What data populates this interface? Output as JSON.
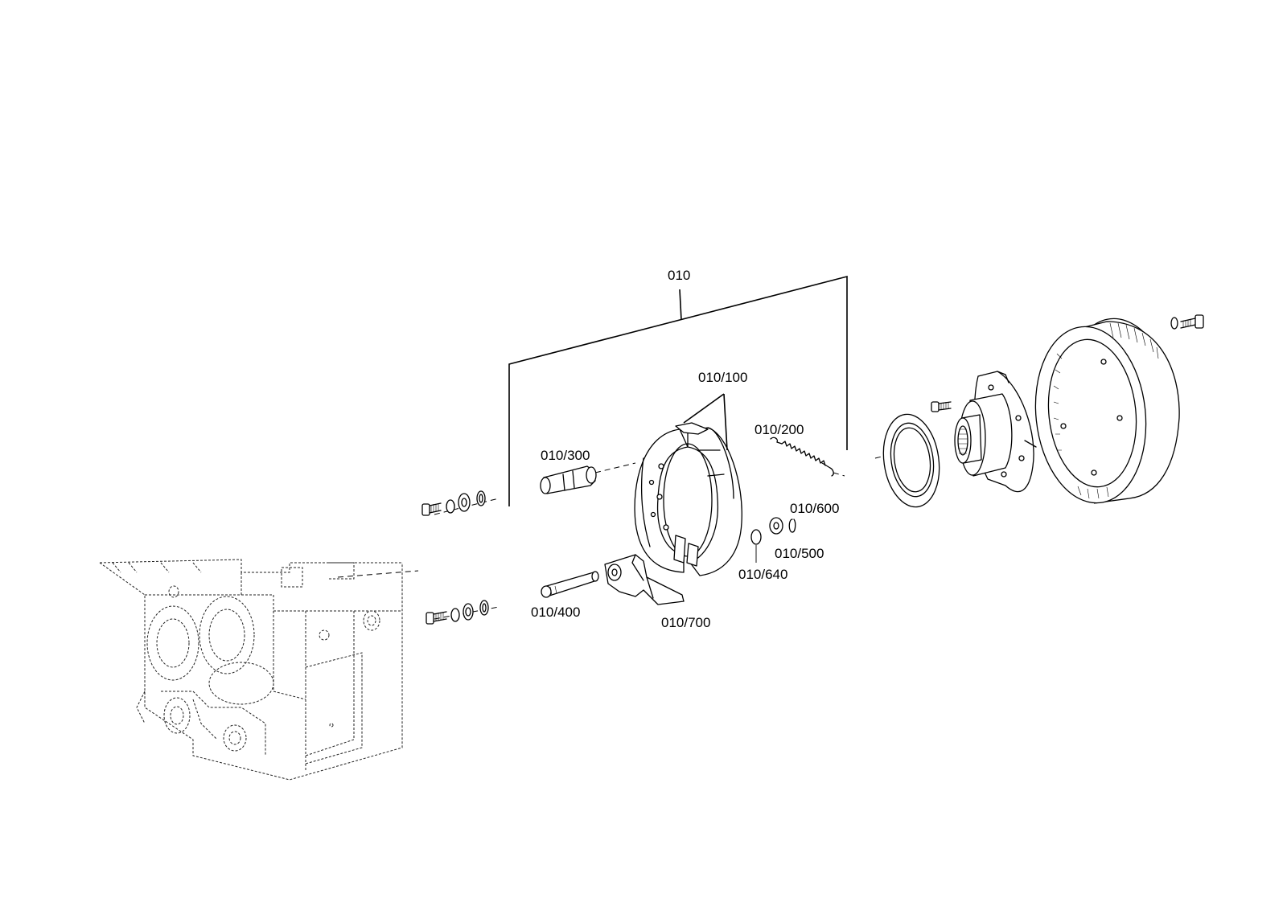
{
  "labels": {
    "assembly": "010",
    "brake_shoe": "010/100",
    "spring": "010/200",
    "pin_upper": "010/300",
    "pin_lower": "010/400",
    "washer": "010/500",
    "circlip": "010/600",
    "ring": "010/640",
    "lever": "010/700"
  }
}
